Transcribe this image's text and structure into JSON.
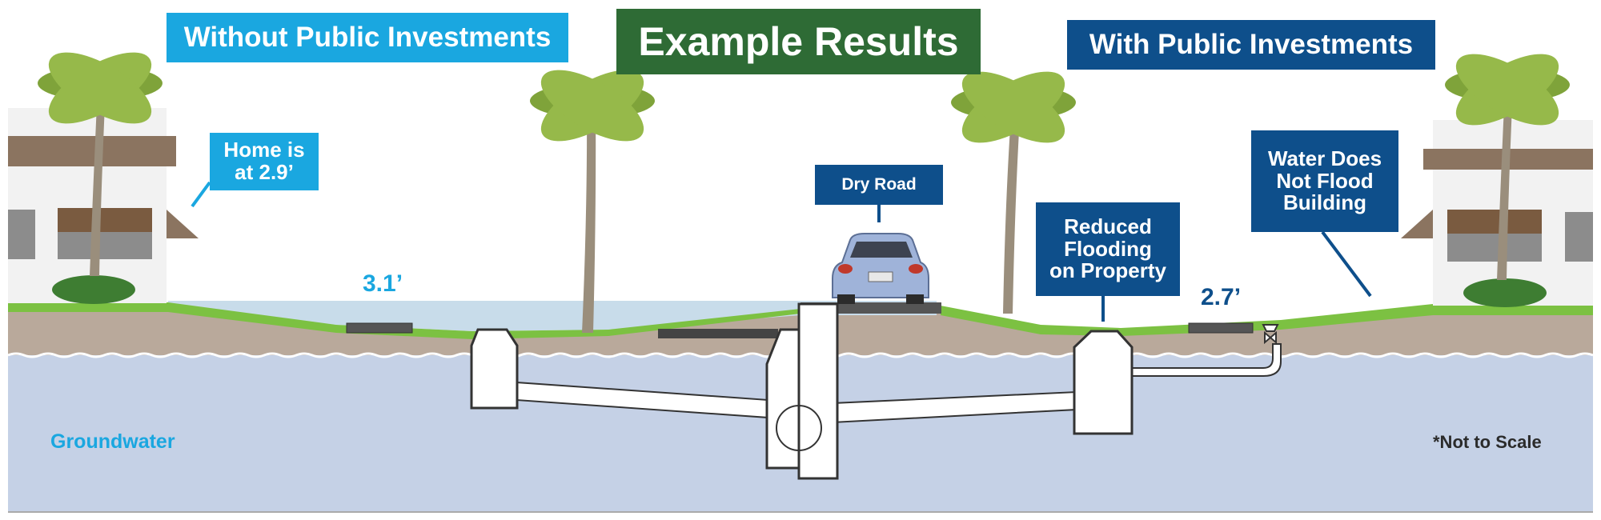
{
  "header": {
    "left_label": "Without Public Investments",
    "center_title": "Example Results",
    "right_label": "With Public Investments"
  },
  "callouts": {
    "home_line1": "Home is",
    "home_line2": "at 2.9’",
    "dry_road": "Dry Road",
    "reduced_line1": "Reduced",
    "reduced_line2": "Flooding",
    "reduced_line3": "on Property",
    "water_line1": "Water Does",
    "water_line2": "Not Flood",
    "water_line3": "Building"
  },
  "depths": {
    "left": "3.1’",
    "right": "2.7’"
  },
  "groundwater_label": "Groundwater",
  "scale_note": "*Not to Scale",
  "colors": {
    "light_blue": "#1aa7e0",
    "dark_blue": "#0e4f8b",
    "green_title": "#2e6b35",
    "grass": "#7cc142",
    "soil": "#b9a99b",
    "groundwater": "#c5d1e6",
    "flood_water": "#c8dcea"
  }
}
